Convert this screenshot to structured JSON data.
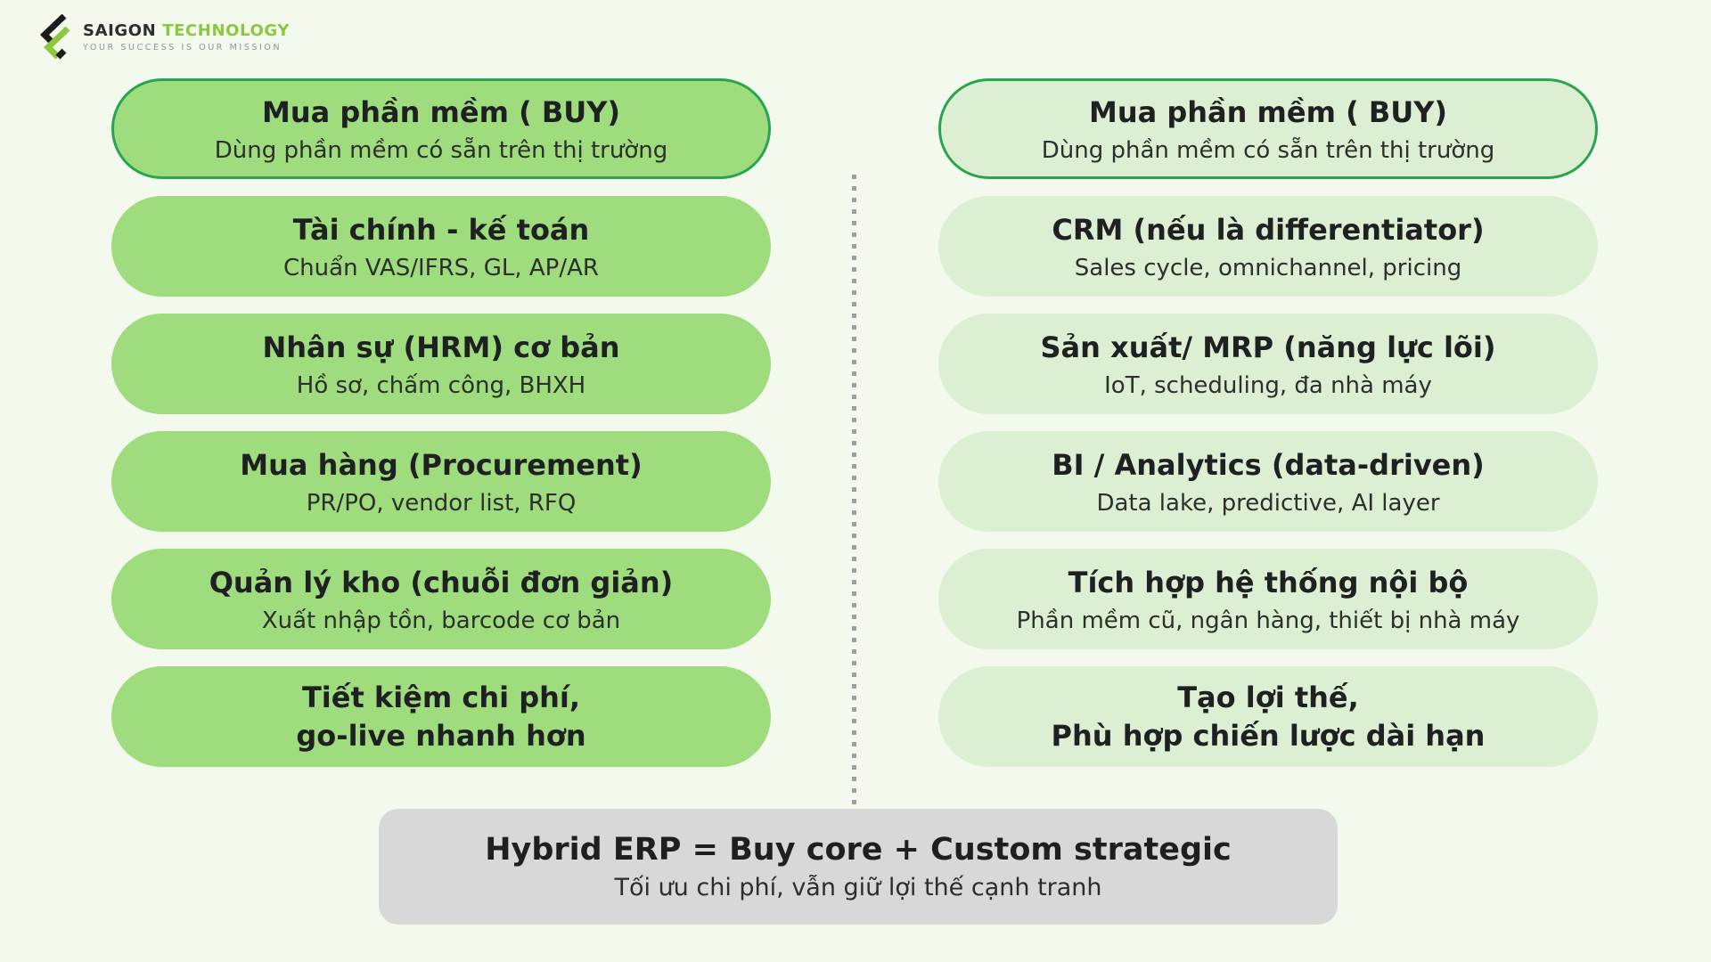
{
  "logo": {
    "brand_primary": "SAIGON",
    "brand_secondary": "TECHNOLOGY",
    "tagline": "YOUR SUCCESS IS OUR MISSION"
  },
  "left": {
    "header": {
      "title": "Mua phần mềm ( BUY)",
      "subtitle": "Dùng phần mềm có sẵn trên thị trường"
    },
    "items": [
      {
        "title": "Tài chính - kế toán",
        "subtitle": "Chuẩn VAS/IFRS, GL, AP/AR"
      },
      {
        "title": "Nhân sự (HRM) cơ bản",
        "subtitle": "Hồ sơ, chấm công, BHXH"
      },
      {
        "title": "Mua hàng (Procurement)",
        "subtitle": "PR/PO, vendor list, RFQ"
      },
      {
        "title": "Quản lý kho (chuỗi đơn giản)",
        "subtitle": "Xuất nhập tồn, barcode cơ bản"
      },
      {
        "title": "Tiết kiệm chi phí,\ngo-live nhanh hơn"
      }
    ]
  },
  "right": {
    "header": {
      "title": "Mua phần mềm ( BUY)",
      "subtitle": "Dùng phần mềm có sẵn trên thị trường"
    },
    "items": [
      {
        "title": "CRM (nếu là differentiator)",
        "subtitle": "Sales cycle, omnichannel, pricing"
      },
      {
        "title": "Sản xuất/ MRP (năng lực lõi)",
        "subtitle": "IoT, scheduling, đa nhà máy"
      },
      {
        "title": "BI / Analytics (data-driven)",
        "subtitle": "Data lake, predictive, AI layer"
      },
      {
        "title": "Tích hợp hệ thống nội bộ",
        "subtitle": "Phần mềm cũ, ngân hàng, thiết bị nhà máy"
      },
      {
        "title": "Tạo lợi thế,\nPhù hợp chiến lược dài hạn"
      }
    ]
  },
  "footer": {
    "title": "Hybrid ERP = Buy core + Custom strategic",
    "subtitle": "Tối ưu chi phí, vẫn giữ lợi thế cạnh tranh"
  },
  "colors": {
    "background": "#f3f9ed",
    "left_pill_fill": "#9fdc7d",
    "right_pill_fill": "#dcefd3",
    "header_border_green": "#2aa44f",
    "brand_green": "#8dc63f",
    "divider_gray": "#9ba19e",
    "banner_gray": "#d8d8d8",
    "text_dark": "#1f2022"
  }
}
